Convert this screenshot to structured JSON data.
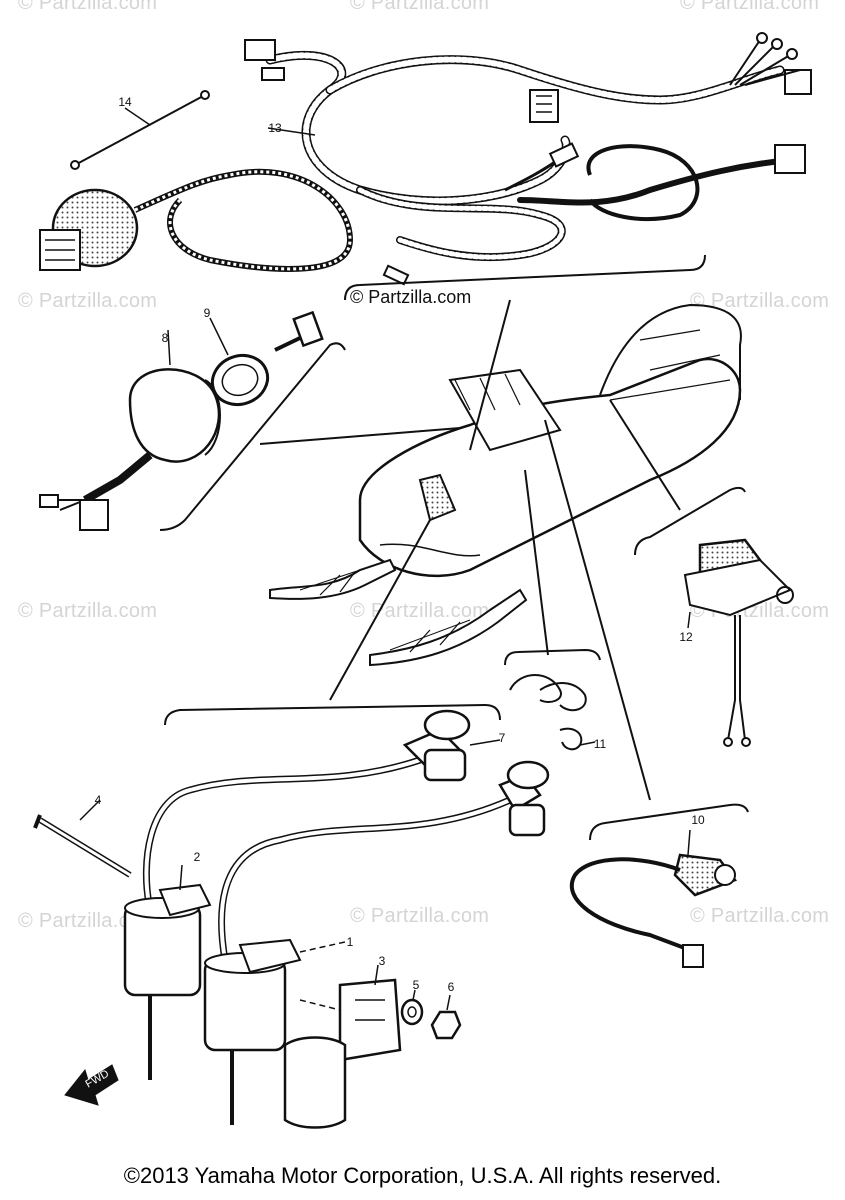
{
  "watermark_text": "© Partzilla.com",
  "credit_text": "© Partzilla.com",
  "copyright": "©2013 Yamaha Motor Corporation, U.S.A. All rights reserved.",
  "fwd_label": "FWD",
  "callouts": [
    "14",
    "13",
    "8",
    "9",
    "12",
    "7",
    "11",
    "4",
    "2",
    "10",
    "1",
    "3",
    "5",
    "6"
  ]
}
